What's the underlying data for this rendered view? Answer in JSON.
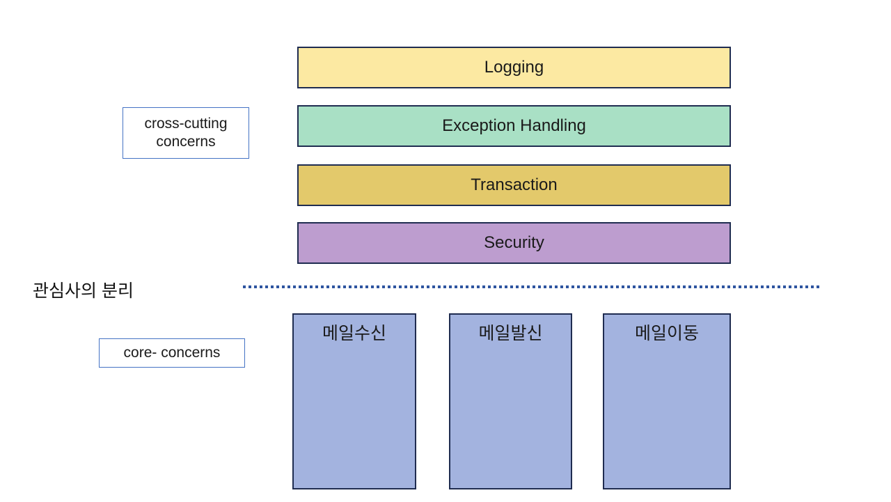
{
  "diagram": {
    "title": "관심사의 분리",
    "divider_color": "#2e55a0",
    "border_color": "#1f2c50",
    "label_box_border_color": "#4472c4"
  },
  "labels": {
    "cross_cutting": {
      "line1": "cross-cutting",
      "line2": "concerns"
    },
    "core": "core- concerns"
  },
  "cross_cutting_bars": [
    {
      "label": "Logging",
      "fill": "#fce9a2"
    },
    {
      "label": "Exception Handling",
      "fill": "#a9e0c5"
    },
    {
      "label": "Transaction",
      "fill": "#e3c96b"
    },
    {
      "label": "Security",
      "fill": "#bd9dcf"
    }
  ],
  "core_boxes": [
    {
      "label": "메일수신",
      "fill": "#a3b3df"
    },
    {
      "label": "메일발신",
      "fill": "#a3b3df"
    },
    {
      "label": "메일이동",
      "fill": "#a3b3df"
    }
  ]
}
